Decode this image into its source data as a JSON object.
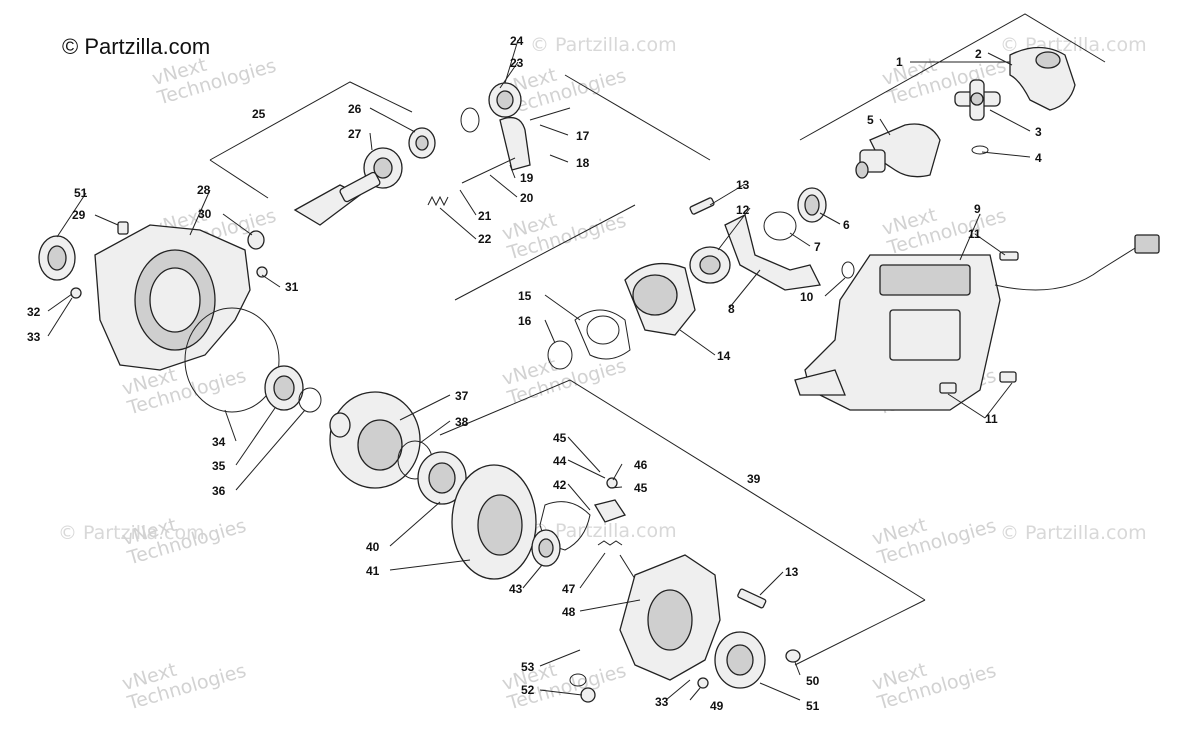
{
  "copyright": "© Partzilla.com",
  "watermarks": {
    "brand": "© Partzilla.com",
    "line1": "vNext",
    "line2": "Technologies"
  },
  "callouts": [
    "1",
    "2",
    "3",
    "4",
    "5",
    "6",
    "7",
    "8",
    "9",
    "10",
    "11",
    "11",
    "12",
    "13",
    "13",
    "14",
    "15",
    "16",
    "17",
    "18",
    "19",
    "20",
    "21",
    "22",
    "23",
    "24",
    "25",
    "26",
    "27",
    "28",
    "29",
    "30",
    "31",
    "32",
    "33",
    "33",
    "34",
    "35",
    "36",
    "37",
    "38",
    "39",
    "40",
    "41",
    "42",
    "43",
    "44",
    "45",
    "45",
    "46",
    "47",
    "48",
    "49",
    "50",
    "51",
    "51",
    "52",
    "53"
  ]
}
